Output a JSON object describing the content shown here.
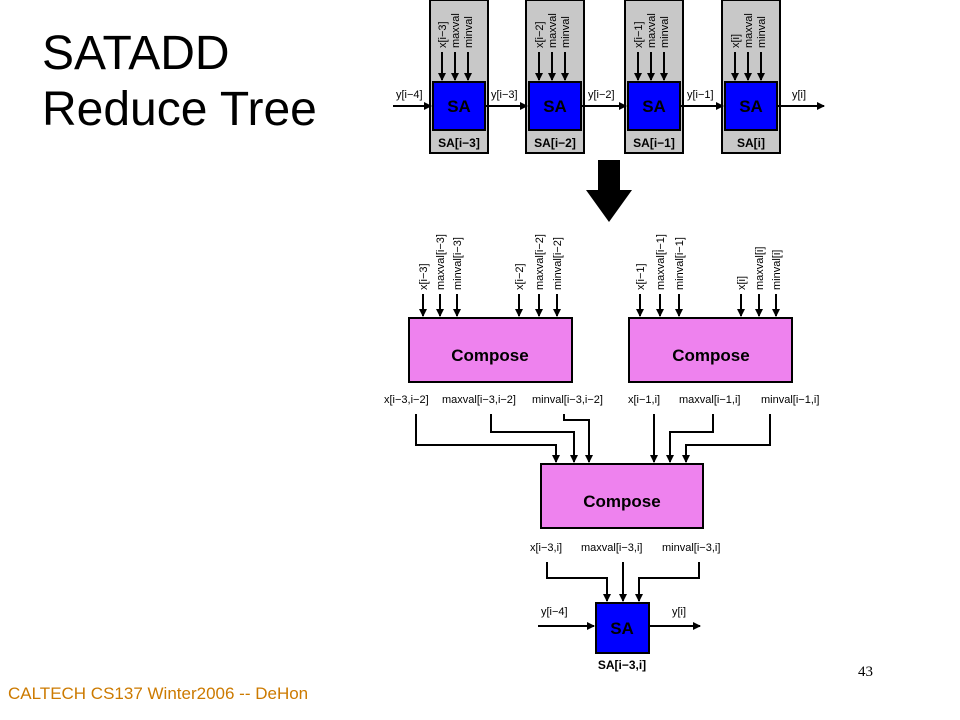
{
  "title_line1": "SATADD",
  "title_line2": "Reduce Tree",
  "footer": "CALTECH CS137 Winter2006 -- DeHon",
  "page_number": "43",
  "colors": {
    "sa_box": "#0000ff",
    "sa_cell": "#c8c8c8",
    "compose": "#ee82ee"
  },
  "chain": {
    "y_in": "y[i−4]",
    "cells": [
      {
        "inputs": [
          "x[i−3]",
          "maxval",
          "minval"
        ],
        "box": "SA",
        "label": "SA[i−3]",
        "y_out": "y[i−3]"
      },
      {
        "inputs": [
          "x[i−2]",
          "maxval",
          "minval"
        ],
        "box": "SA",
        "label": "SA[i−2]",
        "y_out": "y[i−2]"
      },
      {
        "inputs": [
          "x[i−1]",
          "maxval",
          "minval"
        ],
        "box": "SA",
        "label": "SA[i−1]",
        "y_out": "y[i−1]"
      },
      {
        "inputs": [
          "x[i]",
          "maxval",
          "minval"
        ],
        "box": "SA",
        "label": "SA[i]",
        "y_out": "y[i]"
      }
    ]
  },
  "arrow_icon": "down-arrow-icon",
  "tree": {
    "compose_left": {
      "label": "Compose",
      "inputs": [
        "x[i−3]",
        "maxval[i−3]",
        "minval[i−3]",
        "x[i−2]",
        "maxval[i−2]",
        "minval[i−2]"
      ],
      "outputs": [
        "x[i−3,i−2]",
        "maxval[i−3,i−2]",
        "minval[i−3,i−2]"
      ]
    },
    "compose_right": {
      "label": "Compose",
      "inputs": [
        "x[i−1]",
        "maxval[i−1]",
        "minval[i−1]",
        "x[i]",
        "maxval[i]",
        "minval[i]"
      ],
      "outputs": [
        "x[i−1,i]",
        "maxval[i−1,i]",
        "minval[i−1,i]"
      ]
    },
    "compose_bottom": {
      "label": "Compose",
      "outputs": [
        "x[i−3,i]",
        "maxval[i−3,i]",
        "minval[i−3,i]"
      ]
    },
    "final_sa": {
      "box": "SA",
      "label": "SA[i−3,i]",
      "y_in": "y[i−4]",
      "y_out": "y[i]"
    }
  }
}
